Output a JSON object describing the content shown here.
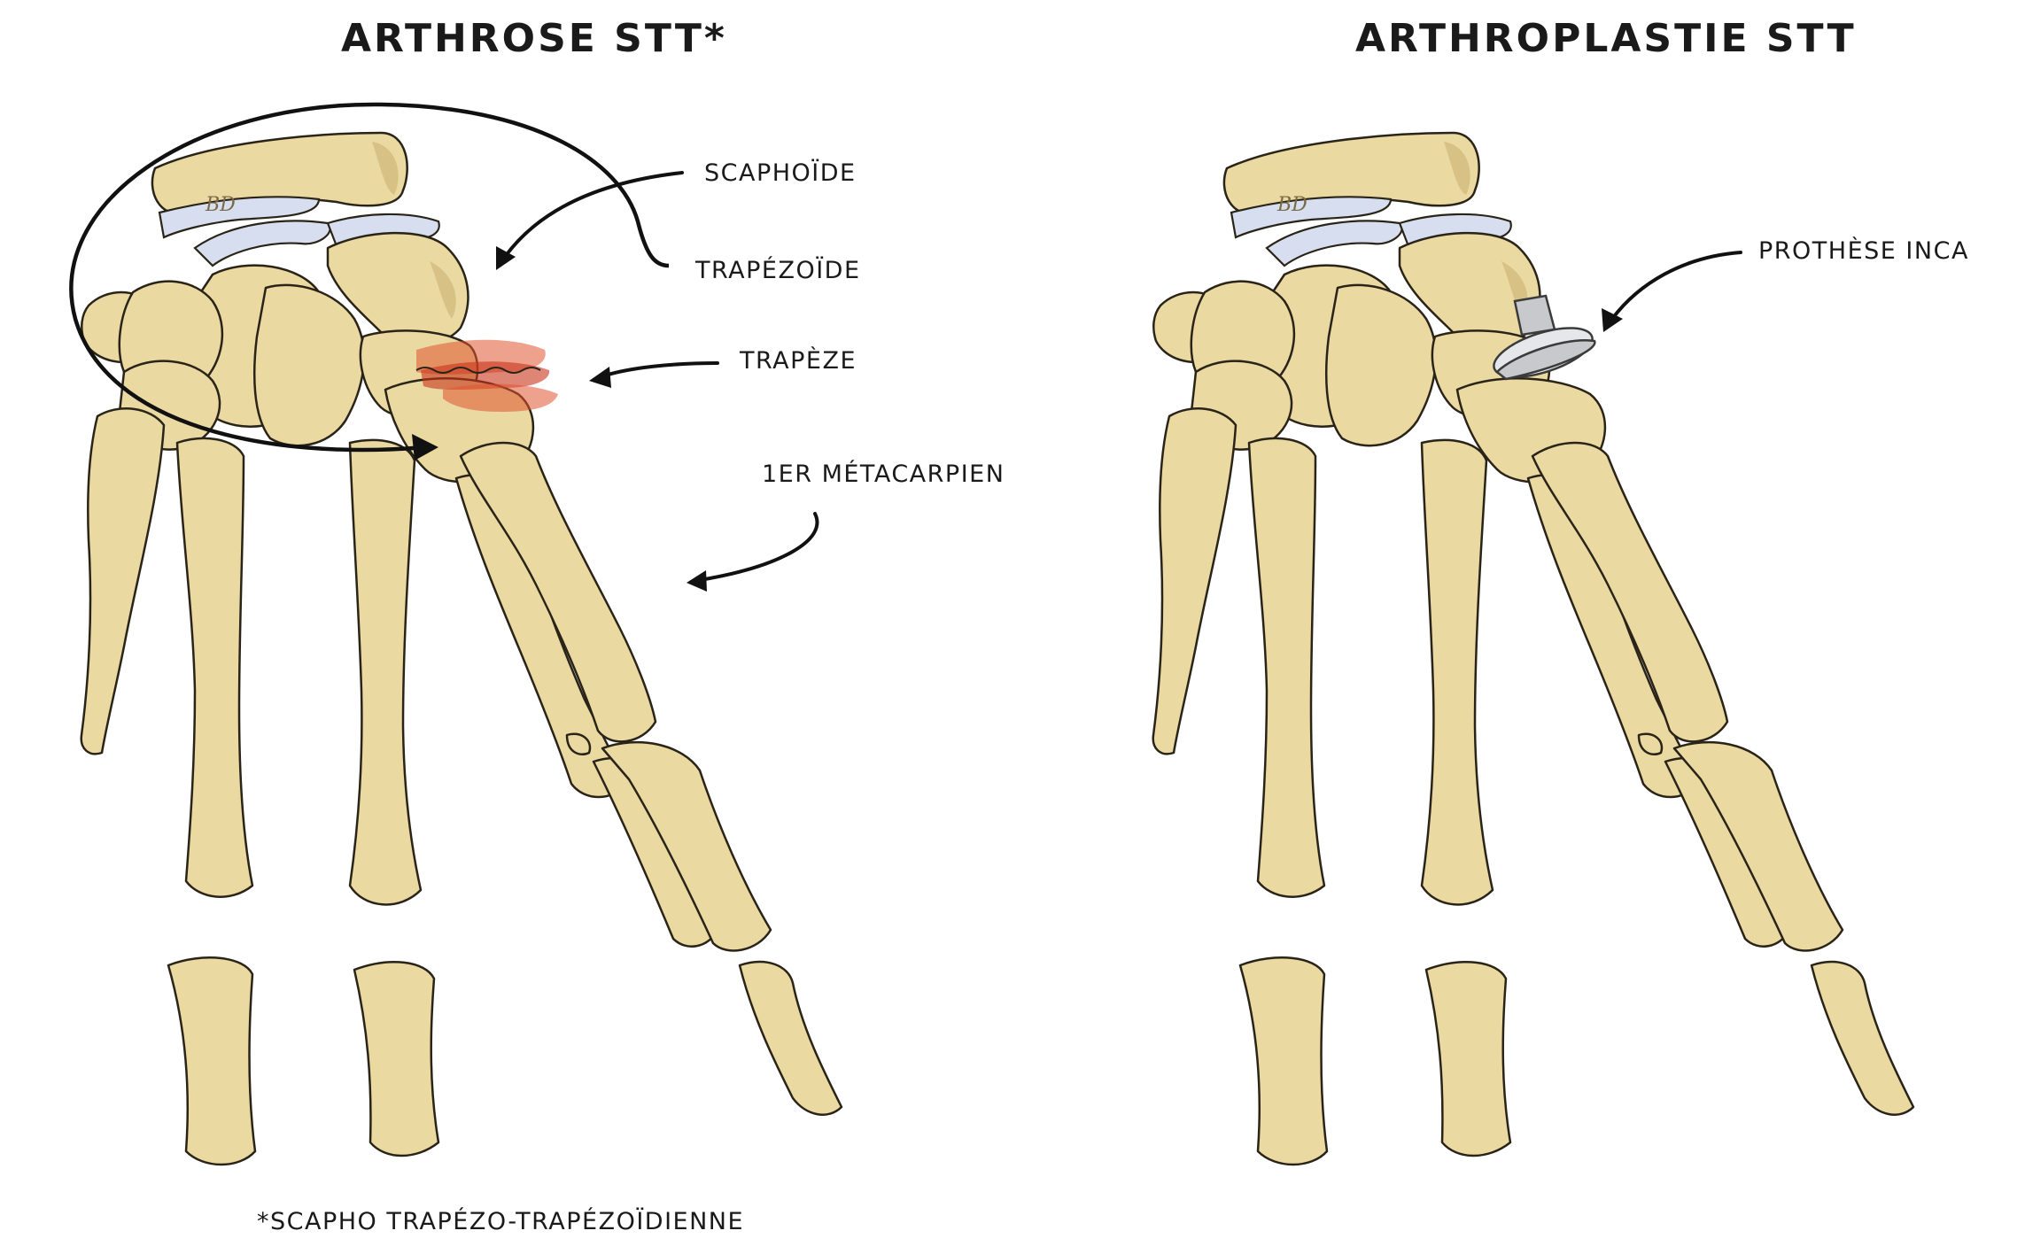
{
  "left_panel": {
    "title": "ARTHROSE STT*",
    "labels": {
      "scaphoide": "SCAPHOÏDE",
      "trapezoide": "TRAPÉZOÏDE",
      "trapeze": "TRAPÈZE",
      "metacarpien": "1ER MÉTACARPIEN"
    },
    "footnote": "*SCAPHO TRAPÉZO-TRAPÉZOÏDIENNE",
    "signature": "BD"
  },
  "right_panel": {
    "title": "ARTHROPLASTIE STT",
    "labels": {
      "prothese": "PROTHÈSE INCA"
    },
    "signature": "BD"
  },
  "colors": {
    "bone": "#ebd9a2",
    "bone_shadow": "#cfb779",
    "cartilage": "#d6deef",
    "lesion": "#e0532f",
    "implant": "#c8c9cc",
    "ink": "#111111"
  }
}
